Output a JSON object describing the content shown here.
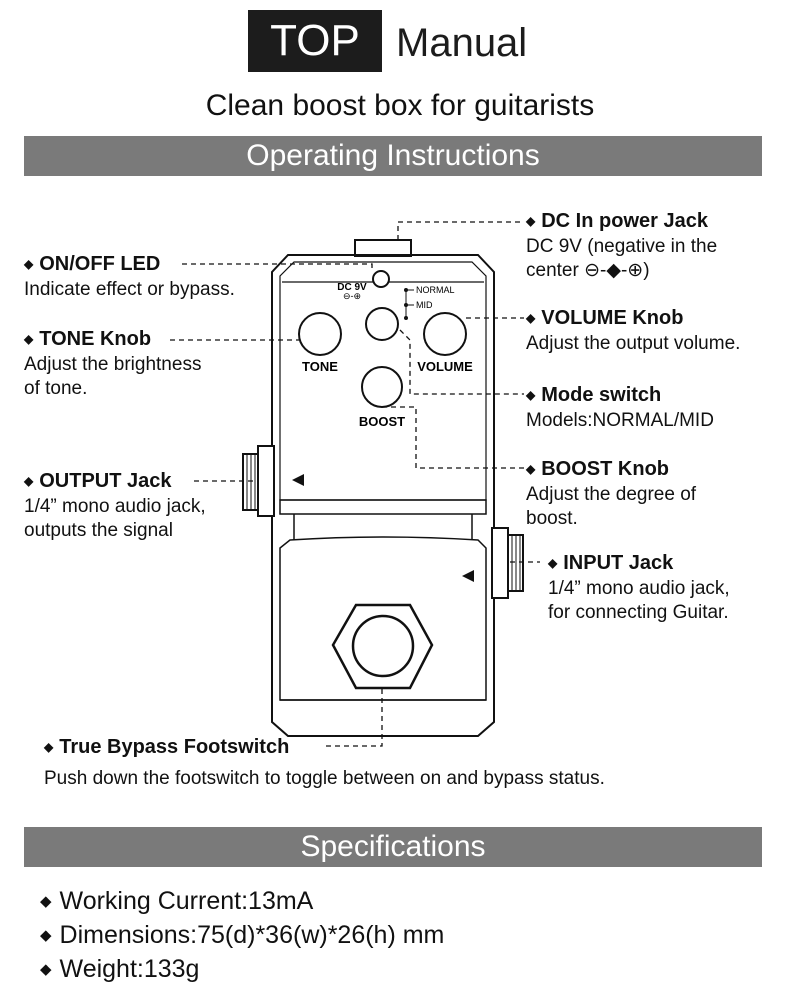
{
  "header": {
    "brand": "TOP",
    "manual": "Manual"
  },
  "subtitle": "Clean boost box for guitarists",
  "sections": {
    "operating": "Operating Instructions",
    "specs": "Specifications"
  },
  "pedal": {
    "tone_label": "TONE",
    "volume_label": "VOLUME",
    "boost_label": "BOOST",
    "dc_label": "DC 9V",
    "dc_symbol": "⊖-⊕",
    "normal_label": "NORMAL",
    "mid_label": "MID"
  },
  "annotations": {
    "dc": {
      "title": "DC In power Jack",
      "line1": "DC 9V (negative in the",
      "line2": "center ⊖-◆-⊕)"
    },
    "led": {
      "title": "ON/OFF LED",
      "line1": "Indicate effect or bypass."
    },
    "tone": {
      "title": "TONE Knob",
      "line1": "Adjust the brightness",
      "line2": "of tone."
    },
    "volume": {
      "title": "VOLUME Knob",
      "line1": "Adjust the output volume."
    },
    "mode": {
      "title": "Mode switch",
      "line1": "Models:NORMAL/MID"
    },
    "output": {
      "title": "OUTPUT Jack",
      "line1": "1/4” mono audio jack,",
      "line2": "outputs the signal"
    },
    "boost": {
      "title": "BOOST Knob",
      "line1": "Adjust the degree of",
      "line2": "boost."
    },
    "input": {
      "title": "INPUT Jack",
      "line1": "1/4” mono audio jack,",
      "line2": "for connecting Guitar."
    },
    "footswitch": {
      "title": "True Bypass Footswitch",
      "line1": "Push down the footswitch to toggle between on and bypass status."
    }
  },
  "specs": [
    "Working Current:13mA",
    "Dimensions:75(d)*36(w)*26(h) mm",
    "Weight:133g"
  ]
}
